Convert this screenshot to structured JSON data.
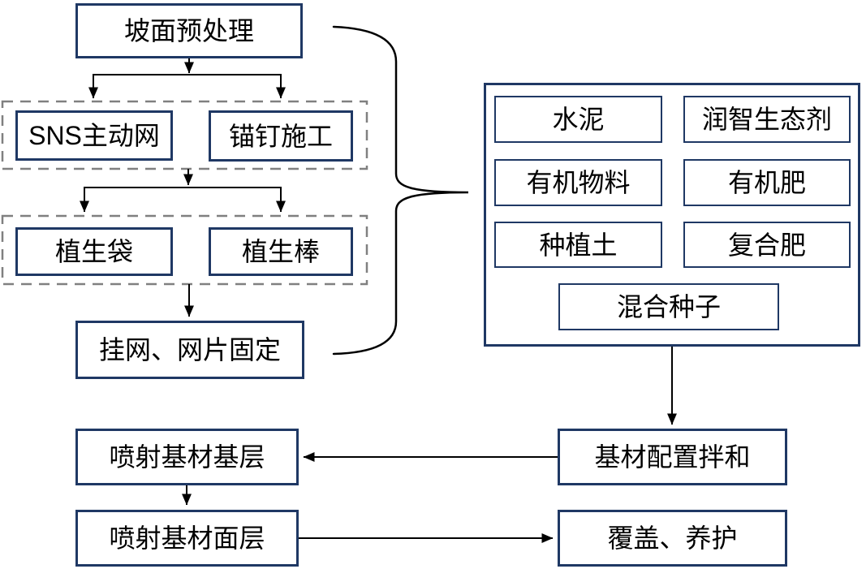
{
  "colors": {
    "box_border": "#1f3864",
    "group_border": "#808080",
    "connector": "#000000",
    "text": "#000000",
    "background": "#ffffff"
  },
  "nodes": {
    "slope_pretreatment": "坡面预处理",
    "sns_active_net": "SNS主动网",
    "anchor_nail_construction": "锚钉施工",
    "vegetation_bag": "植生袋",
    "vegetation_rod": "植生棒",
    "hang_net_fixing": "挂网、网片固定",
    "materials": {
      "cement": "水泥",
      "runzhi_eco_agent": "润智生态剂",
      "organic_material": "有机物料",
      "organic_fertilizer": "有机肥",
      "planting_soil": "种植土",
      "compound_fertilizer": "复合肥",
      "mixed_seeds": "混合种子"
    },
    "substrate_mixing": "基材配置拌和",
    "spray_base_layer": "喷射基材基层",
    "spray_surface_layer": "喷射基材面层",
    "cover_maintenance": "覆盖、养护"
  }
}
